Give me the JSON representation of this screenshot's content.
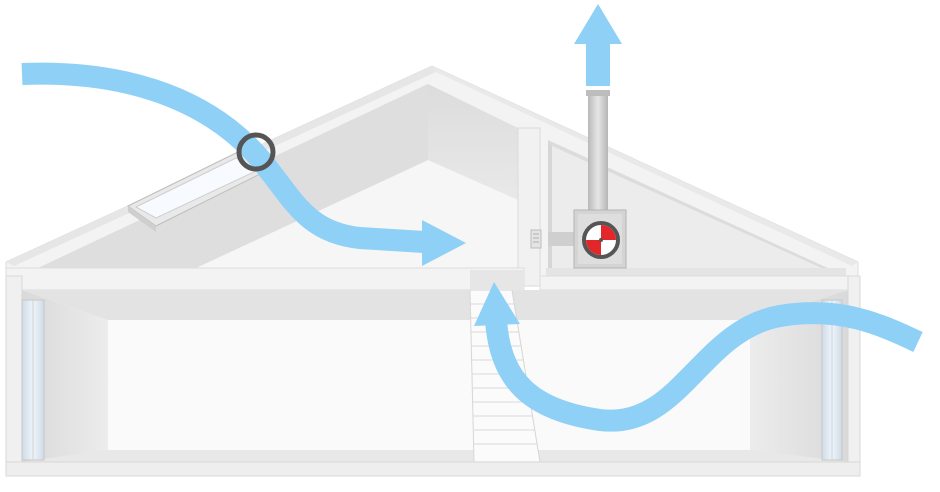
{
  "diagram": {
    "subject": "house-ventilation-cross-section",
    "colors": {
      "airflow": "#8fd0f7",
      "airflow_edge": "#6bb8e8",
      "wall": "#f4f4f4",
      "wall_shade": "#e2e2e2",
      "wall_dark": "#d2d2d2",
      "interior": "#ececec",
      "interior_light": "#f7f7f7",
      "ring": "#555555",
      "fan_red": "#e2262a",
      "duct": "#c8c8c8",
      "glass": "#e4eef6"
    },
    "icons": [
      "airflow-arrow",
      "valve-ring-icon",
      "fan-icon",
      "exhaust-arrow"
    ]
  }
}
